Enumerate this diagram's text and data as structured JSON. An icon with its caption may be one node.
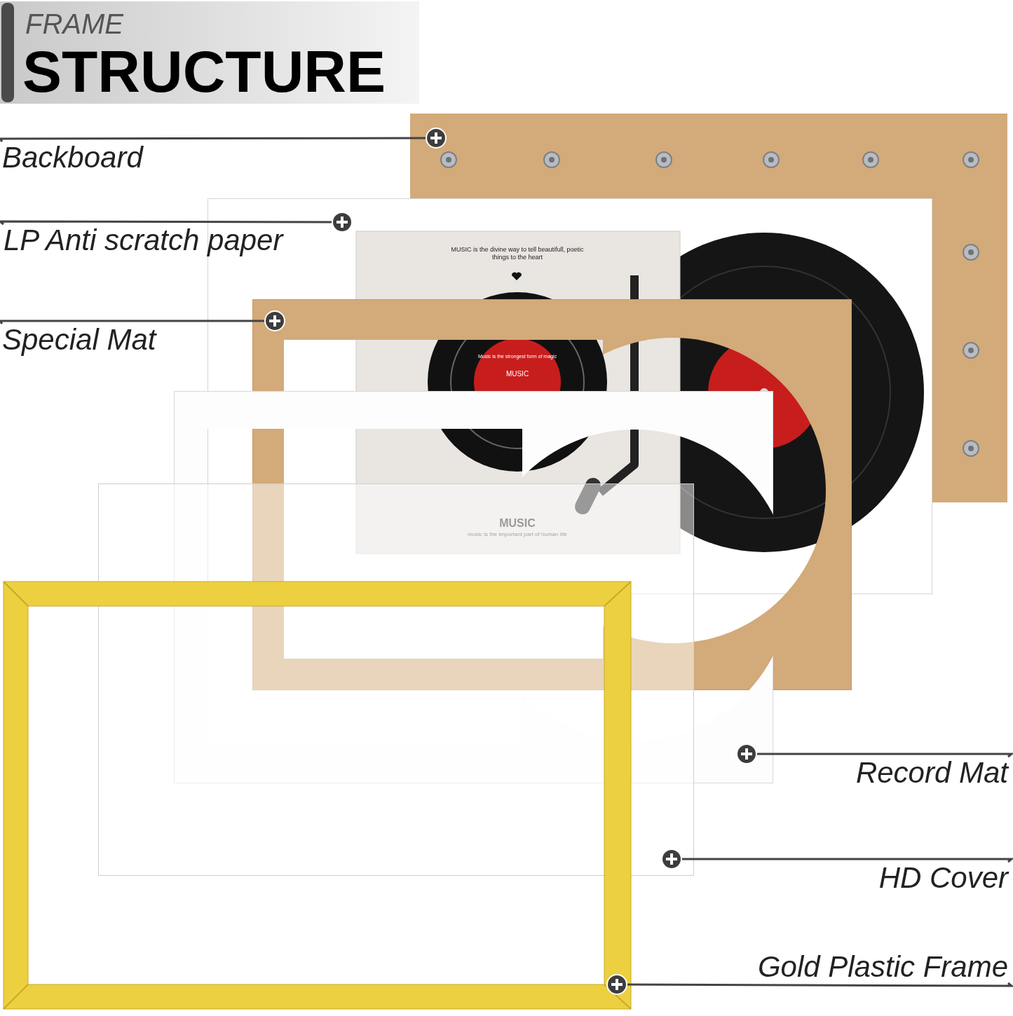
{
  "diagram": {
    "title": "STRUCTURE",
    "nodes": [
      {
        "text": [
          "Backboard"
        ]
      },
      {
        "text": [
          "LP Anti scratch paper"
        ]
      },
      {
        "text": [
          "Special Mat"
        ]
      },
      {
        "text": [
          "Record Mat"
        ]
      },
      {
        "text": [
          "HD Cover"
        ]
      },
      {
        "text": [
          "Gold Plastic Frame"
        ]
      },
      {
        "text": [],
        "shape": "picture"
      },
      {
        "text": [],
        "shape": "picture"
      },
      {
        "text": [],
        "shape": "picture"
      },
      {
        "text": [],
        "shape": "picture"
      },
      {
        "text": [],
        "shape": "picture"
      },
      {
        "text": [],
        "shape": "picture"
      }
    ],
    "edges": [
      {
        "from": 0,
        "to": 6,
        "arrow": "other"
      },
      {
        "from": 1,
        "to": 7,
        "arrow": "other"
      },
      {
        "from": 2,
        "to": 8,
        "arrow": "other"
      },
      {
        "from": 3,
        "to": 9,
        "arrow": "other"
      },
      {
        "from": 4,
        "to": 10,
        "arrow": "other"
      },
      {
        "from": 5,
        "to": 11,
        "arrow": "other"
      }
    ],
    "labels": [
      "FRAME",
      "MUSIC is the divine way to tell beautifull, poetic things to the heart",
      "Music is the strongest form of magic",
      "MUSIC",
      "MUSIC",
      "music is the important part of human life"
    ]
  }
}
